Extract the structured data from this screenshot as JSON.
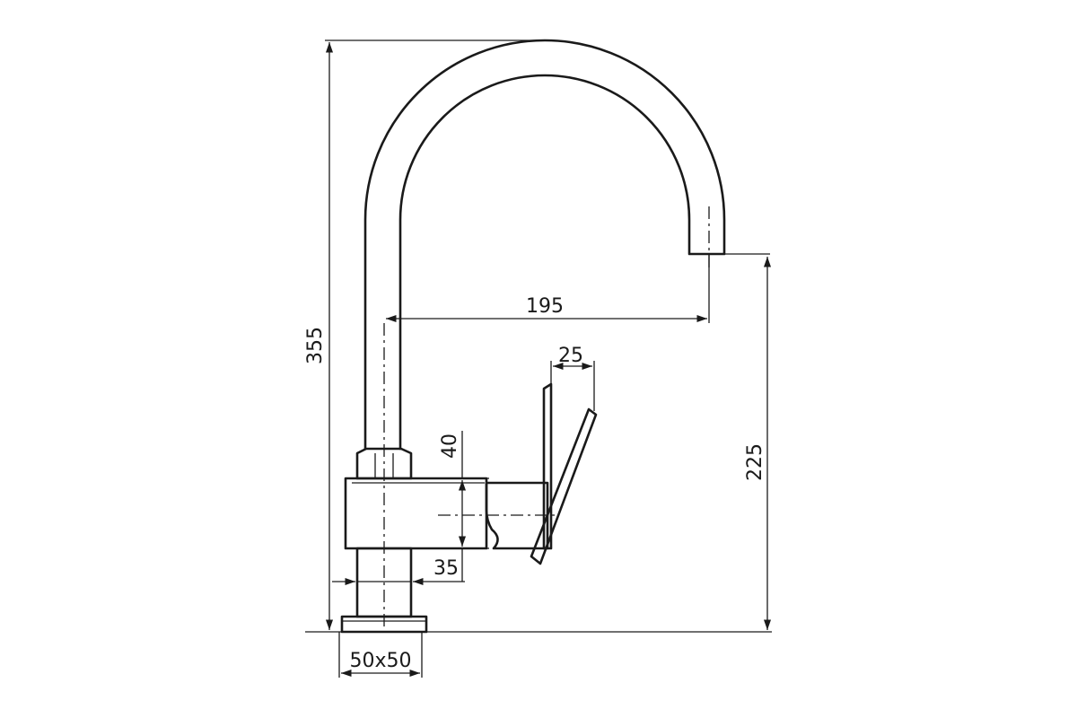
{
  "drawing": {
    "subject": "faucet-side-elevation",
    "dimensions": {
      "total_height": "355",
      "spout_reach": "195",
      "lever_width": "25",
      "body_height": "40",
      "stem_width": "35",
      "base_size": "50x50",
      "spout_outlet_height": "225"
    },
    "colors": {
      "line": "#1a1a1a",
      "background": "#ffffff"
    }
  }
}
